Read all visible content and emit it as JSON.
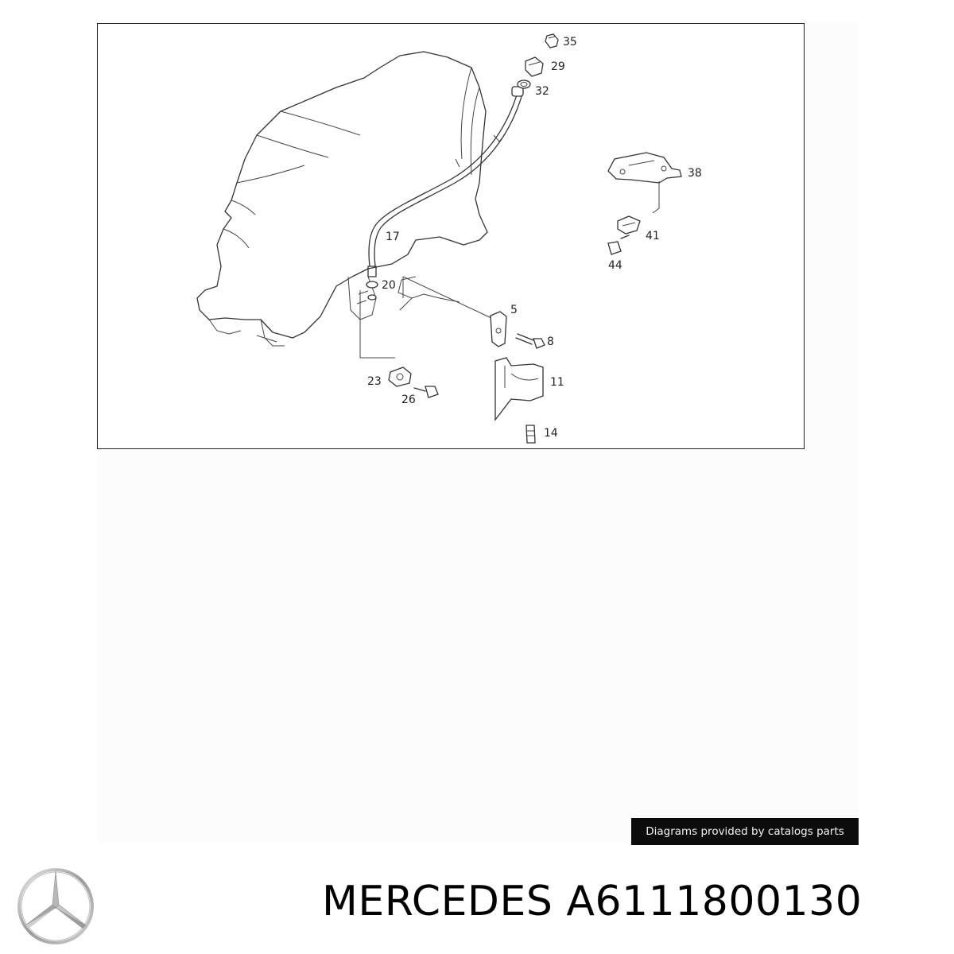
{
  "diagram": {
    "part_labels": {
      "p35": "35",
      "p29": "29",
      "p32": "32",
      "p38": "38",
      "p17": "17",
      "p41": "41",
      "p44": "44",
      "p20": "20",
      "p5": "5",
      "p8": "8",
      "p11": "11",
      "p23": "23",
      "p26": "26",
      "p14": "14"
    }
  },
  "credit": "Diagrams provided by catalogs parts",
  "brand": "MERCEDES",
  "part_number": "A6111800130",
  "logo_icon": "mercedes-star-icon",
  "colors": {
    "credit_bg": "#0c0c0c",
    "credit_text": "#f2f2f2",
    "text": "#000000"
  }
}
